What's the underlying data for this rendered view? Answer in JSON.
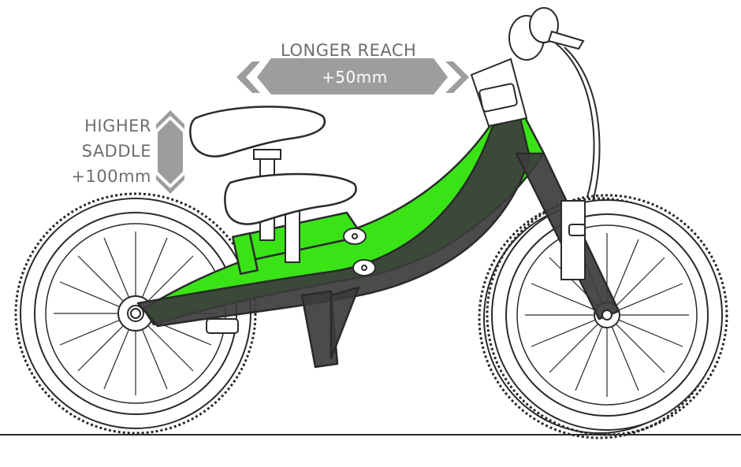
{
  "annotations": {
    "reach": {
      "title": "LONGER REACH",
      "value": "+50mm"
    },
    "saddle": {
      "line1": "HIGHER",
      "line2": "SADDLE",
      "line3": "+100mm"
    }
  },
  "colors": {
    "frame_extended": "#39e316",
    "frame_original": "#3c3c3c",
    "arrow_fill": "#9d9d9d",
    "line": "#2a2a2a",
    "text": "#6d6d6d"
  }
}
